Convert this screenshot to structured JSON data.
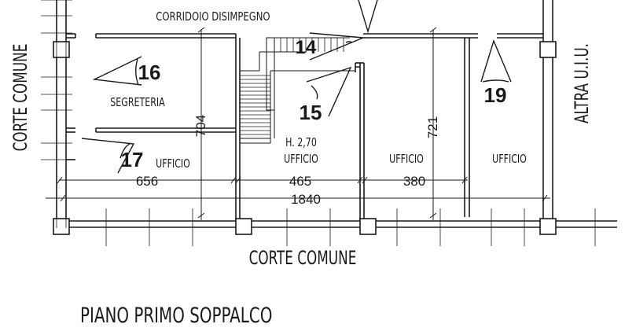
{
  "labels": {
    "corridor": "CORRIDOIO DISIMPEGNO",
    "court_left": "CORTE COMUNE",
    "court_bottom": "CORTE COMUNE",
    "other_unit": "ALTRA U.I.U.",
    "secretariat": "SEGRETERIA",
    "office_1": "UFFICIO",
    "office_2": "UFFICIO",
    "office_3": "UFFICIO",
    "office_4": "UFFICIO",
    "height": "H. 2,70",
    "floor_title": "PIANO PRIMO SOPPALCO"
  },
  "views": {
    "v14": "14",
    "v15": "15",
    "v16": "16",
    "v17": "17",
    "v19": "19"
  },
  "dimensions": {
    "d656": "656",
    "d465": "465",
    "d380": "380",
    "d1840": "1840",
    "d704": "704",
    "d721": "721"
  },
  "colors": {
    "line": "#1a1a1a",
    "background": "#ffffff"
  }
}
